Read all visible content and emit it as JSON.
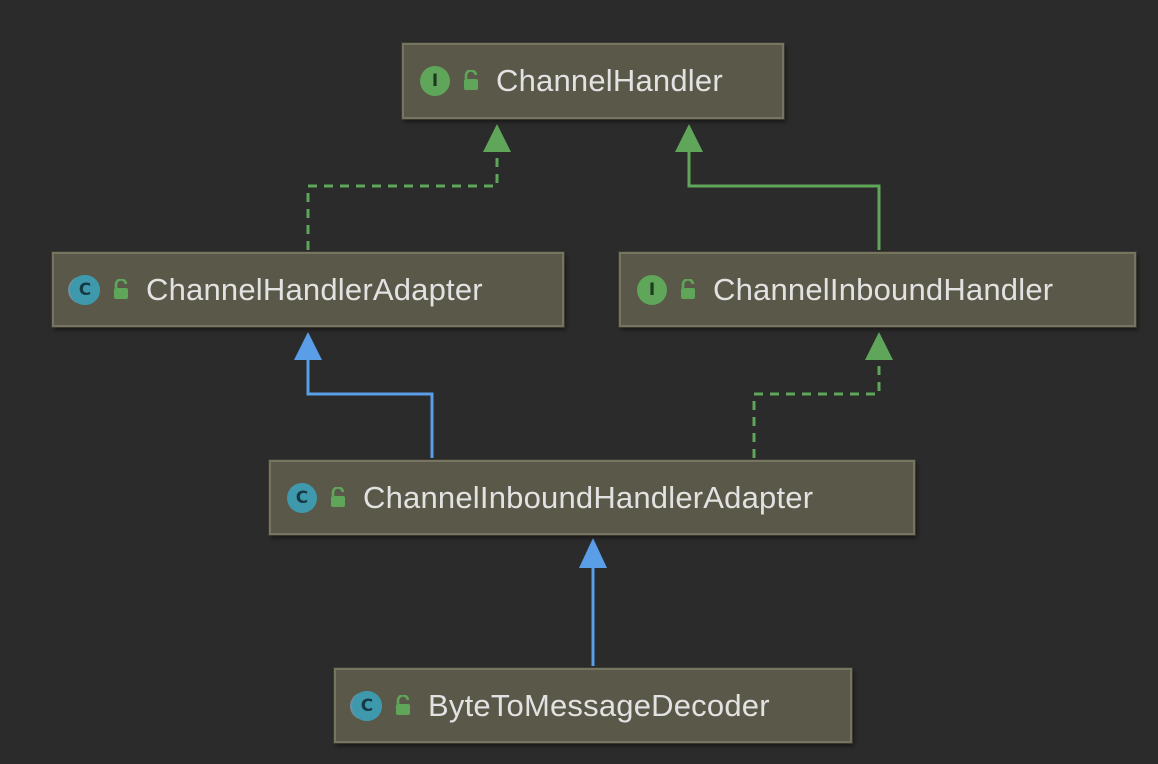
{
  "colors": {
    "background": "#2b2b2b",
    "node_fill": "#5a5848",
    "node_border": "#77755f",
    "node_text": "#e2e2e2",
    "implements_edge": "#5fa55a",
    "extends_edge": "#5a9ee8",
    "interface_icon": "#5fa55a",
    "class_icon": "#3f99ad"
  },
  "nodes": {
    "channel_handler": {
      "label": "ChannelHandler",
      "kind_icon": "interface-icon",
      "kind_letter": "I",
      "access_icon": "unlock-icon"
    },
    "channel_handler_adapter": {
      "label": "ChannelHandlerAdapter",
      "kind_icon": "abstract-class-icon",
      "kind_letter": "C",
      "access_icon": "unlock-icon"
    },
    "channel_inbound_handler": {
      "label": "ChannelInboundHandler",
      "kind_icon": "interface-icon",
      "kind_letter": "I",
      "access_icon": "unlock-icon"
    },
    "channel_inbound_handler_adapter": {
      "label": "ChannelInboundHandlerAdapter",
      "kind_icon": "class-icon",
      "kind_letter": "C",
      "access_icon": "unlock-icon"
    },
    "byte_to_message_decoder": {
      "label": "ByteToMessageDecoder",
      "kind_icon": "abstract-class-icon",
      "kind_letter": "C",
      "access_icon": "unlock-icon"
    }
  },
  "edges": [
    {
      "from": "channel_handler_adapter",
      "to": "channel_handler",
      "relation": "implements"
    },
    {
      "from": "channel_inbound_handler",
      "to": "channel_handler",
      "relation": "extends-interface"
    },
    {
      "from": "channel_inbound_handler_adapter",
      "to": "channel_handler_adapter",
      "relation": "extends"
    },
    {
      "from": "channel_inbound_handler_adapter",
      "to": "channel_inbound_handler",
      "relation": "implements"
    },
    {
      "from": "byte_to_message_decoder",
      "to": "channel_inbound_handler_adapter",
      "relation": "extends"
    }
  ]
}
